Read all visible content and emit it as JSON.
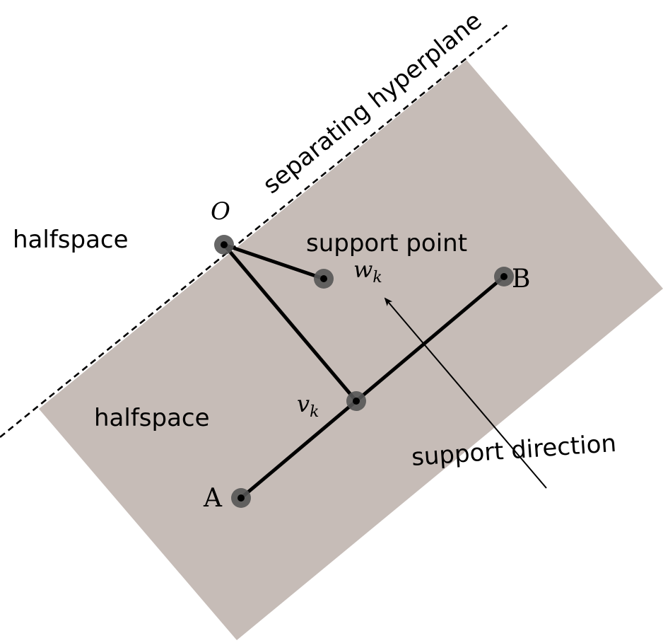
{
  "labels": {
    "hyperplane": "separating hyperplane",
    "halfspace_outer": "halfspace",
    "halfspace_inner": "halfspace",
    "support_point": "support point",
    "support_direction": "support direction",
    "origin": "O",
    "w_base": "w",
    "w_sub": "k",
    "v_base": "v",
    "v_sub": "k",
    "point_a": "A",
    "point_b": "B"
  },
  "colors": {
    "halfspace_fill": "#c6bcb7",
    "point_halo": "#555555",
    "line": "#000000"
  }
}
